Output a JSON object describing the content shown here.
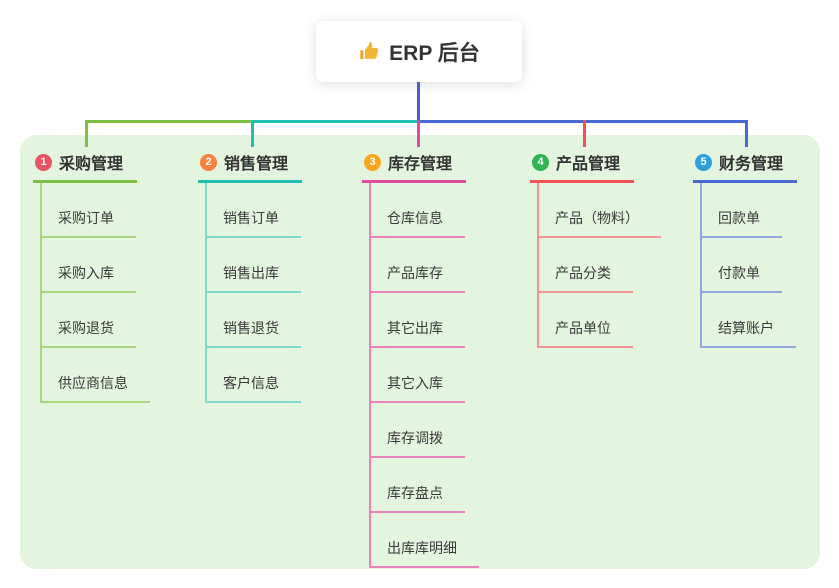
{
  "root": {
    "title": "ERP 后台",
    "icon": "thumbs-up"
  },
  "colors": {
    "root_line": "#4a5ed1",
    "panel_bg": "#e4f5df",
    "icon_yellow": "#f2b636",
    "icon_yellow_dark": "#e8a62a"
  },
  "branches": [
    {
      "num": "1",
      "label": "采购管理",
      "badge_color": "#ea5365",
      "line_color": "#7ec043",
      "child_line_color": "#a8d77f",
      "children": [
        "采购订单",
        "采购入库",
        "采购退货",
        "供应商信息"
      ]
    },
    {
      "num": "2",
      "label": "销售管理",
      "badge_color": "#f8813d",
      "line_color": "#1fc0b2",
      "child_line_color": "#7fd8cc",
      "children": [
        "销售订单",
        "销售出库",
        "销售退货",
        "客户信息"
      ]
    },
    {
      "num": "3",
      "label": "库存管理",
      "badge_color": "#f9a61c",
      "line_color": "#dd4a9e",
      "child_line_color": "#ea80bc",
      "children": [
        "仓库信息",
        "产品库存",
        "其它出库",
        "其它入库",
        "库存调拨",
        "库存盘点",
        "出库库明细"
      ]
    },
    {
      "num": "4",
      "label": "产品管理",
      "badge_color": "#32b453",
      "line_color": "#f15152",
      "child_line_color": "#f49494",
      "children": [
        "产品（物料）",
        "产品分类",
        "产品单位"
      ]
    },
    {
      "num": "5",
      "label": "财务管理",
      "badge_color": "#2ea0de",
      "line_color": "#4a67d6",
      "child_line_color": "#90a7e0",
      "children": [
        "回款单",
        "付款单",
        "结算账户"
      ]
    }
  ]
}
